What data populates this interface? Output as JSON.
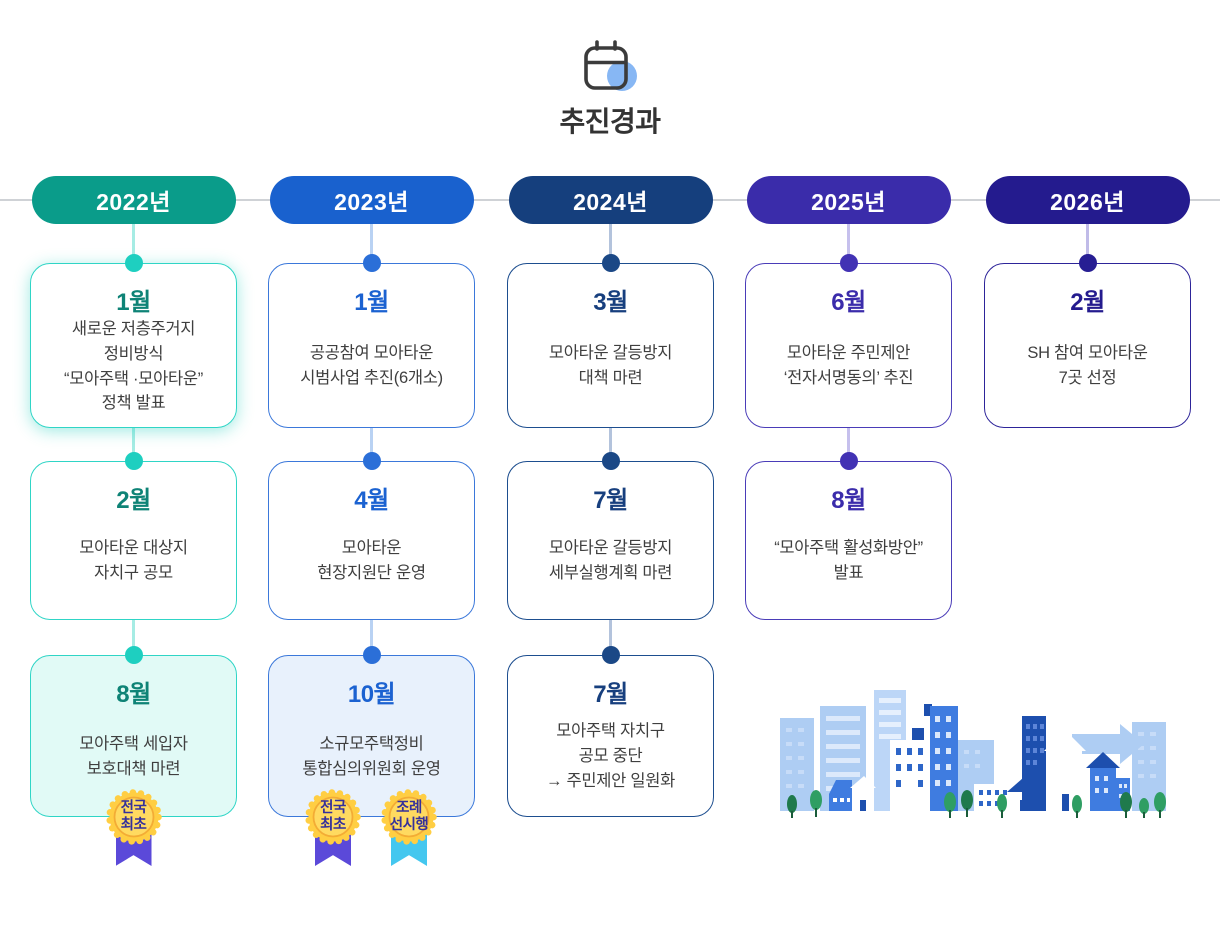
{
  "header": {
    "icon": "calendar",
    "title": "추진경과"
  },
  "years": [
    {
      "label": "2022년",
      "colors": {
        "pill": "#0a9c8a",
        "dot": "#1ecfc0",
        "border": "#2fd5c6",
        "month": "#0e8376",
        "line": "#a6ece4"
      },
      "events": [
        {
          "month": "1월",
          "text": "새로운 저층주거지\n정비방식\n“모아주택 ·모아타운”\n정책 발표"
        },
        {
          "month": "2월",
          "text": "모아타운 대상지\n자치구 공모"
        },
        {
          "month": "8월",
          "text": "모아주택 세입자\n보호대책 마련",
          "bg": "#e1faf6",
          "badges": [
            {
              "label": "전국\n최초",
              "ribbon": "#5b49d9"
            }
          ]
        }
      ]
    },
    {
      "label": "2023년",
      "colors": {
        "pill": "#1961ce",
        "dot": "#2b6fd8",
        "border": "#3b78da",
        "month": "#1b62d1",
        "line": "#b9d2f3"
      },
      "events": [
        {
          "month": "1월",
          "text": "공공참여 모아타운\n시범사업 추진(6개소)"
        },
        {
          "month": "4월",
          "text": "모아타운\n현장지원단 운영"
        },
        {
          "month": "10월",
          "text": "소규모주택정비\n통합심의위원회 운영",
          "bg": "#e8f1fc",
          "badges": [
            {
              "label": "전국\n최초",
              "ribbon": "#5b49d9"
            },
            {
              "label": "조례\n선시행",
              "ribbon": "#44c7ef"
            }
          ]
        }
      ]
    },
    {
      "label": "2024년",
      "colors": {
        "pill": "#153f7d",
        "dot": "#1b4886",
        "border": "#1d4e8f",
        "month": "#173f7e",
        "line": "#b3c3dc"
      },
      "events": [
        {
          "month": "3월",
          "text": "모아타운 갈등방지\n대책 마련"
        },
        {
          "month": "7월",
          "text": "모아타운 갈등방지\n세부실행계획 마련"
        },
        {
          "month": "7월",
          "text": "모아주택 자치구\n공모 중단\n→ 주민제안 일원화"
        }
      ]
    },
    {
      "label": "2025년",
      "colors": {
        "pill": "#3a2caa",
        "dot": "#4232b4",
        "border": "#4a3cb8",
        "month": "#3b2cab",
        "line": "#c6c0ed"
      },
      "events": [
        {
          "month": "6월",
          "text": "모아타운 주민제안\n‘전자서명동의’ 추진"
        },
        {
          "month": "8월",
          "text": "“모아주택 활성화방안”\n발표"
        }
      ]
    },
    {
      "label": "2026년",
      "colors": {
        "pill": "#241b8e",
        "dot": "#271e93",
        "border": "#2d2499",
        "month": "#241b8e",
        "line": "#c0bbe8"
      },
      "events": [
        {
          "month": "2월",
          "text": "SH 참여 모아타운\n7곳 선정"
        }
      ]
    }
  ],
  "illustration": "city-skyline"
}
